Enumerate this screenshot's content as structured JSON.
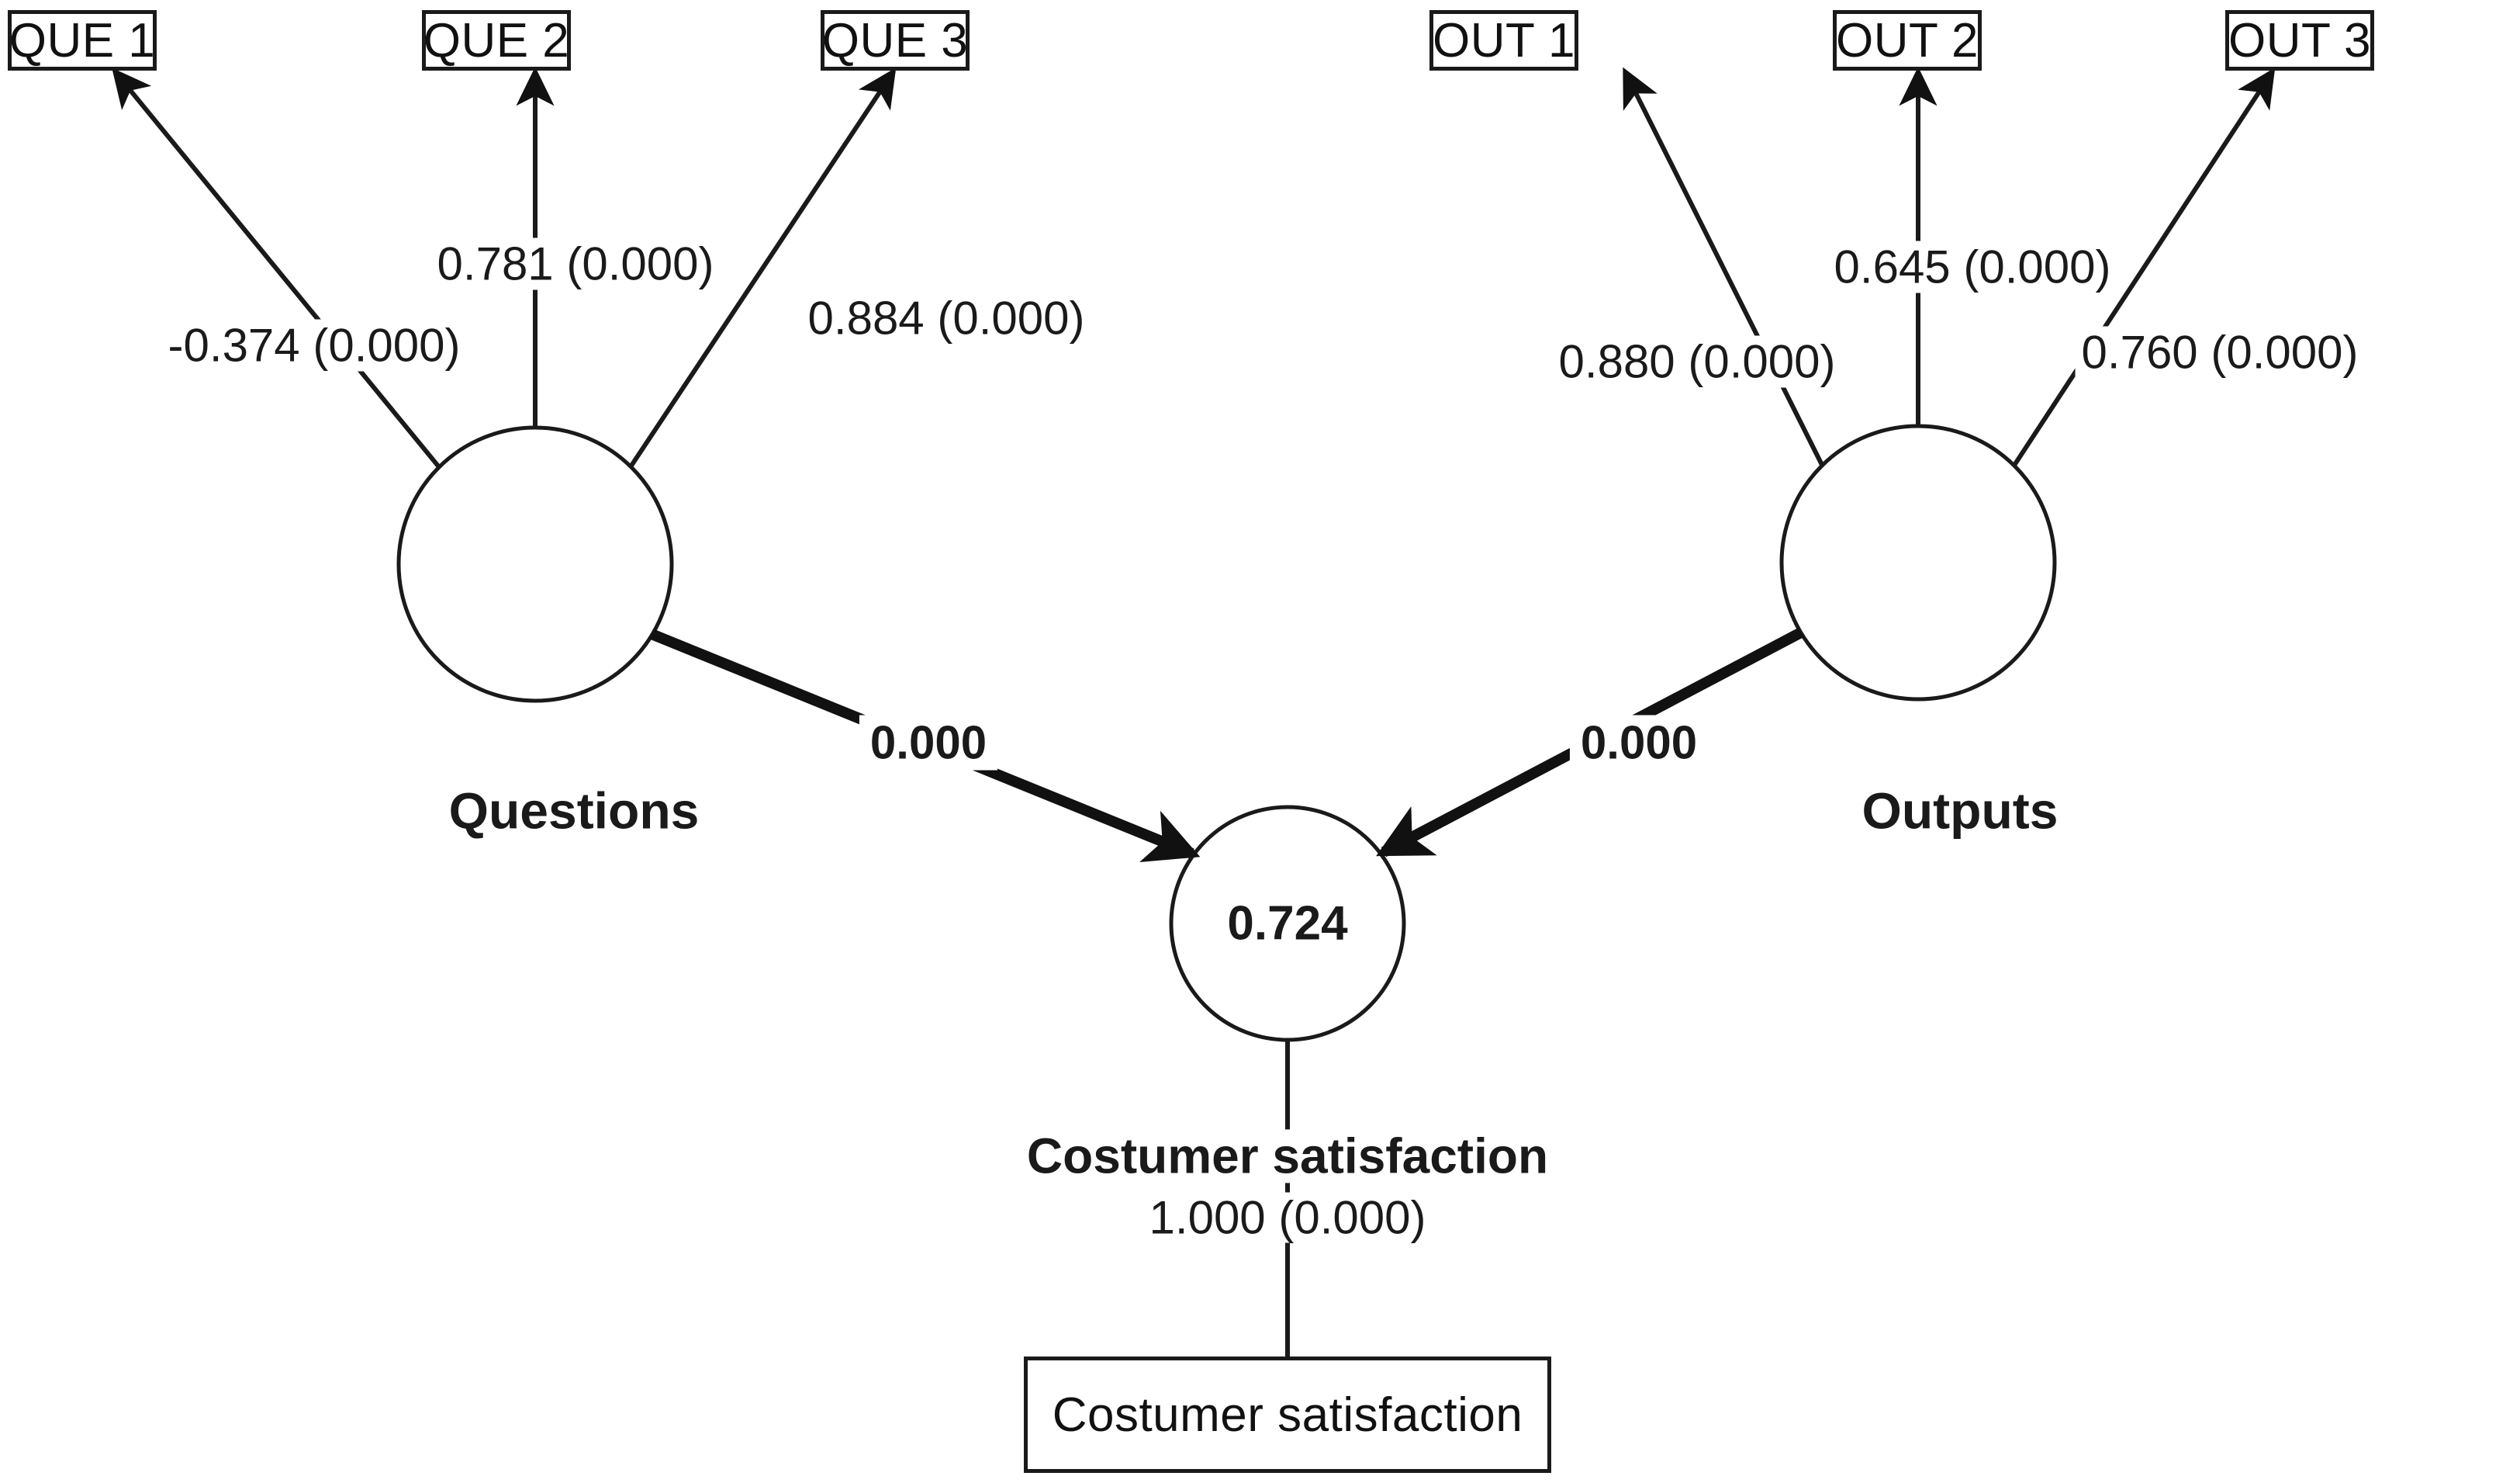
{
  "diagram": {
    "title": "PLS-SEM path model",
    "type": "sem-path-diagram",
    "stroke_color": "#1a1a1a",
    "background": "#ffffff"
  },
  "indicators": {
    "questions": [
      {
        "id": "que1",
        "label": "QUE 1"
      },
      {
        "id": "que2",
        "label": "QUE 2"
      },
      {
        "id": "que3",
        "label": "QUE 3"
      }
    ],
    "outputs": [
      {
        "id": "out1",
        "label": "OUT 1"
      },
      {
        "id": "out2",
        "label": "OUT 2"
      },
      {
        "id": "out3",
        "label": "OUT 3"
      }
    ],
    "costumer_satisfaction": [
      {
        "id": "cs1",
        "label": "Costumer satisfaction"
      }
    ]
  },
  "constructs": {
    "questions": {
      "label": "Questions",
      "value": ""
    },
    "outputs": {
      "label": "Outputs",
      "value": ""
    },
    "costumer_satisfaction": {
      "label": "Costumer satisfaction",
      "value": "0.724"
    }
  },
  "outer_loadings": [
    {
      "from": "Questions",
      "to": "QUE 1",
      "label": "-0.374 (0.000)",
      "estimate": -0.374,
      "p_value": 0.0
    },
    {
      "from": "Questions",
      "to": "QUE 2",
      "label": "0.781 (0.000)",
      "estimate": 0.781,
      "p_value": 0.0
    },
    {
      "from": "Questions",
      "to": "QUE 3",
      "label": "0.884 (0.000)",
      "estimate": 0.884,
      "p_value": 0.0
    },
    {
      "from": "Outputs",
      "to": "OUT 1",
      "label": "0.880 (0.000)",
      "estimate": 0.88,
      "p_value": 0.0
    },
    {
      "from": "Outputs",
      "to": "OUT 2",
      "label": "0.645 (0.000)",
      "estimate": 0.645,
      "p_value": 0.0
    },
    {
      "from": "Outputs",
      "to": "OUT 3",
      "label": "0.760 (0.000)",
      "estimate": 0.76,
      "p_value": 0.0
    },
    {
      "from": "Costumer satisfaction",
      "to": "Costumer satisfaction",
      "label": "1.000 (0.000)",
      "estimate": 1.0,
      "p_value": 0.0
    }
  ],
  "structural_paths": [
    {
      "from": "Questions",
      "to": "Costumer satisfaction",
      "label": "0.000",
      "p_value": 0.0
    },
    {
      "from": "Outputs",
      "to": "Costumer satisfaction",
      "label": "0.000",
      "p_value": 0.0
    }
  ],
  "r_squared": {
    "construct": "Costumer satisfaction",
    "label": "0.724",
    "value": 0.724
  }
}
